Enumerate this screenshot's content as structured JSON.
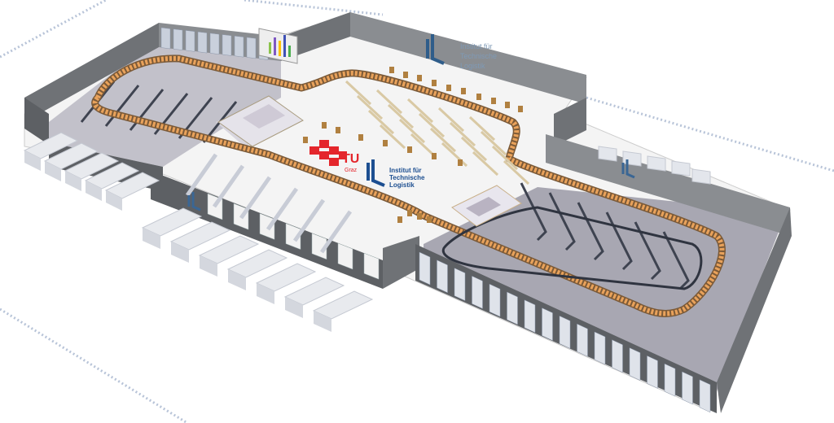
{
  "scene": {
    "kind": "3D isometric warehouse simulation view"
  },
  "logos": {
    "tugraz": {
      "text_line1": "TU",
      "text_line2": "Graz",
      "color": "#e4262c"
    },
    "itl_floor": {
      "line1": "Institut für",
      "line2": "Technische",
      "line3": "Logistik",
      "color": "#1d4f91"
    },
    "itl_wall": {
      "line1": "Institut für",
      "line2": "Technische",
      "line3": "Logistik",
      "color": "#7f9ab6"
    }
  },
  "colors": {
    "wall": "#6f7276",
    "wall_top": "#9da0a4",
    "floor": "#f4f4f4",
    "ground": "#ffffff",
    "zone_floor": "#a8a7b2",
    "conveyor": "#e9a25b",
    "conveyor_dark": "#7b7f86",
    "rack": "#e8eaee",
    "glass": "#c9d0dc",
    "pallet": "#b08040",
    "fence": "#b8c4d8"
  },
  "icons": {
    "chart_board": "bar-chart-icon",
    "tugraz_logo": "tugraz-logo-icon",
    "itl_logo": "itl-logo-icon"
  }
}
